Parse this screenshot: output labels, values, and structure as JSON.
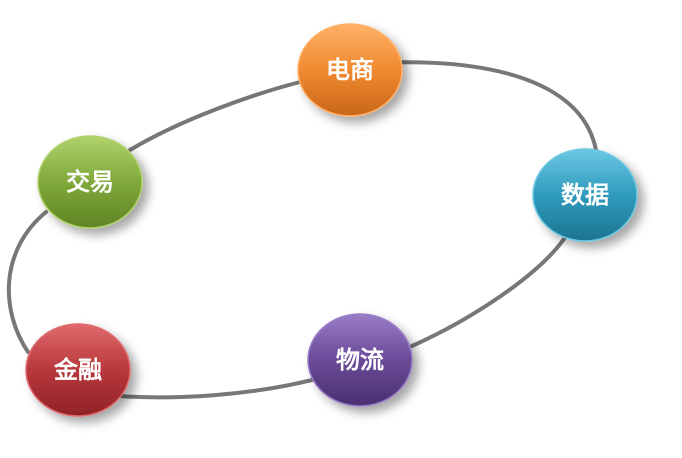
{
  "diagram": {
    "ring_color": "#777777",
    "nodes": [
      {
        "key": "ecommerce",
        "label": "电商",
        "color": "#f08a30",
        "light": "#ffb067",
        "dark": "#c8661a"
      },
      {
        "key": "data",
        "label": "数据",
        "color": "#2f9bbd",
        "light": "#6cc8e3",
        "dark": "#1d7491"
      },
      {
        "key": "logistics",
        "label": "物流",
        "color": "#6a4a98",
        "light": "#9a7cc6",
        "dark": "#4a3070"
      },
      {
        "key": "finance",
        "label": "金融",
        "color": "#b8383c",
        "light": "#df6a6c",
        "dark": "#8e2226"
      },
      {
        "key": "trade",
        "label": "交易",
        "color": "#80a93a",
        "light": "#b0d26c",
        "dark": "#5e8424"
      }
    ]
  }
}
